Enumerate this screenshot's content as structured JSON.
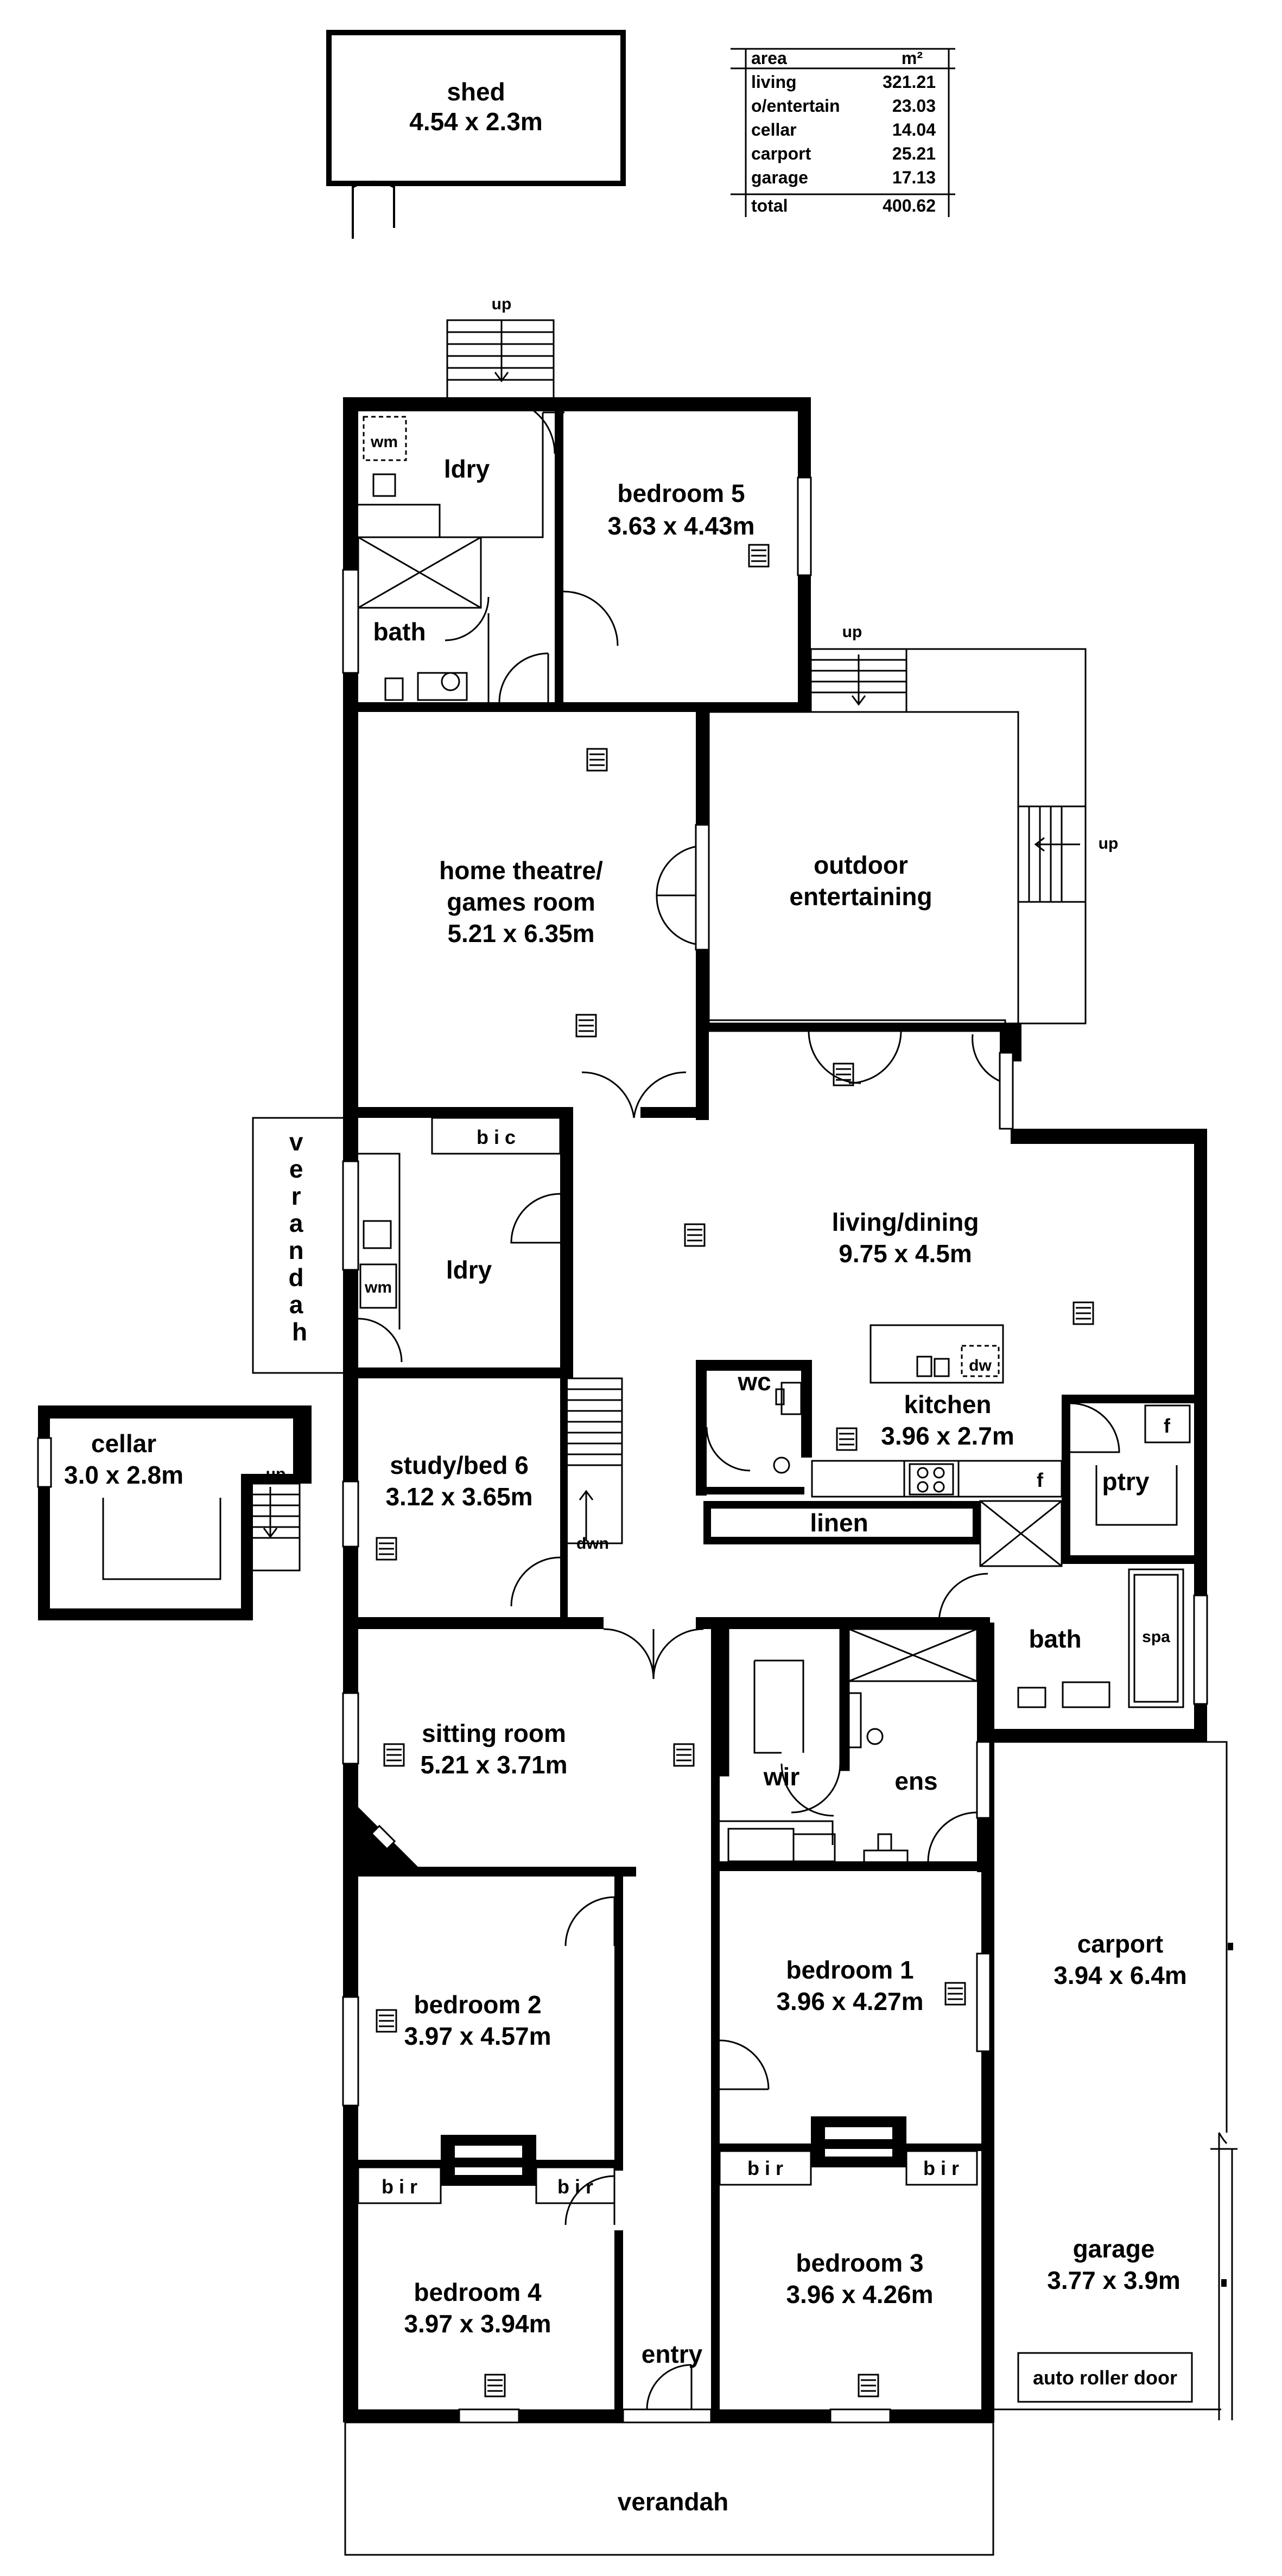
{
  "area_table": {
    "header_area": "area",
    "header_unit": "m²",
    "rows": [
      {
        "label": "living",
        "value": "321.21"
      },
      {
        "label": "o/entertain",
        "value": "23.03"
      },
      {
        "label": "cellar",
        "value": "14.04"
      },
      {
        "label": "carport",
        "value": "25.21"
      },
      {
        "label": "garage",
        "value": "17.13"
      }
    ],
    "total_label": "total",
    "total_value": "400.62"
  },
  "rooms": {
    "shed": {
      "name": "shed",
      "dims": "4.54 x 2.3m"
    },
    "laundry_top": {
      "name": "ldry"
    },
    "wm_top": "wm",
    "bedroom5": {
      "name": "bedroom 5",
      "dims": "3.63 x 4.43m"
    },
    "bath_top": {
      "name": "bath"
    },
    "home_theatre": {
      "line1": "home theatre/",
      "line2": "games room",
      "dims": "5.21 x 6.35m"
    },
    "outdoor": {
      "line1": "outdoor",
      "line2": "entertaining"
    },
    "verandah_side": "verandah",
    "bic": "b i c",
    "laundry_mid": {
      "name": "ldry"
    },
    "wm_mid": "wm",
    "living": {
      "name": "living/dining",
      "dims": "9.75 x 4.5m"
    },
    "cellar": {
      "name": "cellar",
      "dims": "3.0 x 2.8m"
    },
    "wc": "wc",
    "dw": "dw",
    "kitchen": {
      "name": "kitchen",
      "dims": "3.96 x 2.7m"
    },
    "fridge1": "f",
    "fridge2": "f",
    "pantry": "ptry",
    "study": {
      "name": "study/bed 6",
      "dims": "3.12 x 3.65m"
    },
    "dwn": "dwn",
    "linen": "linen",
    "bath_mid": {
      "name": "bath"
    },
    "spa": "spa",
    "sitting": {
      "name": "sitting room",
      "dims": "5.21 x 3.71m"
    },
    "wir": "wir",
    "ens": "ens",
    "carport": {
      "name": "carport",
      "dims": "3.94 x 6.4m"
    },
    "bedroom1": {
      "name": "bedroom 1",
      "dims": "3.96 x 4.27m"
    },
    "bedroom2": {
      "name": "bedroom 2",
      "dims": "3.97 x 4.57m"
    },
    "bir_2": "b i r",
    "bir_4": "b i r",
    "bir_3a": "b i r",
    "bir_3b": "b i r",
    "bedroom3": {
      "name": "bedroom 3",
      "dims": "3.96 x 4.26m"
    },
    "garage": {
      "name": "garage",
      "dims": "3.77 x 3.9m"
    },
    "bedroom4": {
      "name": "bedroom 4",
      "dims": "3.97 x 3.94m"
    },
    "entry": "entry",
    "roller": "auto roller door",
    "verandah_front": "verandah"
  },
  "stair_labels": {
    "up_rear": "up",
    "up_deck": "up",
    "up_deck_side": "up",
    "up_cellar": "up"
  }
}
